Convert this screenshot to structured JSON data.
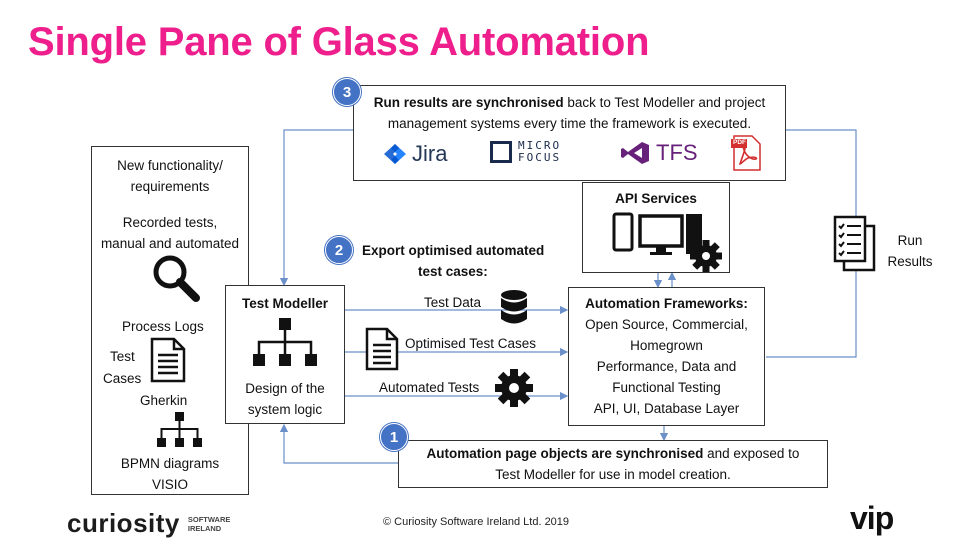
{
  "title": "Single Pane of Glass Automation",
  "left_box": {
    "new_func_line1": "New functionality/",
    "new_func_line2": "requirements",
    "recorded_line1": "Recorded tests,",
    "recorded_line2": "manual and automated",
    "process_logs": "Process Logs",
    "test_cases_line1": "Test",
    "test_cases_line2": "Cases",
    "gherkin": "Gherkin",
    "bpmn": "BPMN diagrams",
    "visio": "VISIO"
  },
  "test_modeller": {
    "title": "Test Modeller",
    "desc_line1": "Design of the",
    "desc_line2": "system logic"
  },
  "step3": {
    "number": "3",
    "bold": "Run results are synchronised",
    "rest": " back to Test Modeller and project",
    "line2": "management systems every time the framework is executed.",
    "logos": {
      "jira": "Jira",
      "microfocus_line1": "MICRO",
      "microfocus_line2": "FOCUS",
      "tfs": "TFS",
      "pdf": "PDF"
    }
  },
  "step2": {
    "number": "2",
    "line1": "Export optimised automated",
    "line2": "test cases:"
  },
  "step1": {
    "number": "1",
    "bold": "Automation page objects are synchronised",
    "rest": " and exposed to",
    "line2": "Test Modeller for use in model creation."
  },
  "api_services": {
    "title": "API Services"
  },
  "frameworks": {
    "title": "Automation Frameworks:",
    "line1": "Open Source, Commercial,",
    "line2": "Homegrown",
    "line3": "Performance, Data and",
    "line4": "Functional Testing",
    "line5": "API, UI, Database Layer"
  },
  "flows": {
    "test_data": "Test Data",
    "optimised_test_cases": "Optimised Test Cases",
    "automated_tests": "Automated Tests"
  },
  "run_results": {
    "line1": "Run",
    "line2": "Results"
  },
  "footer": {
    "curiosity_logo": "curiosity",
    "curiosity_sub1": "SOFTWARE",
    "curiosity_sub2": "IRELAND",
    "copyright": "© Curiosity Software Ireland Ltd. 2019",
    "vip_logo": "vip"
  },
  "colors": {
    "title": "#ee1f8c",
    "accent_blue": "#4472c4",
    "line_blue": "#6b8fc9",
    "jira_blue": "#2684ff",
    "tfs_purple": "#68217a",
    "pdf_red": "#d32f2f"
  }
}
